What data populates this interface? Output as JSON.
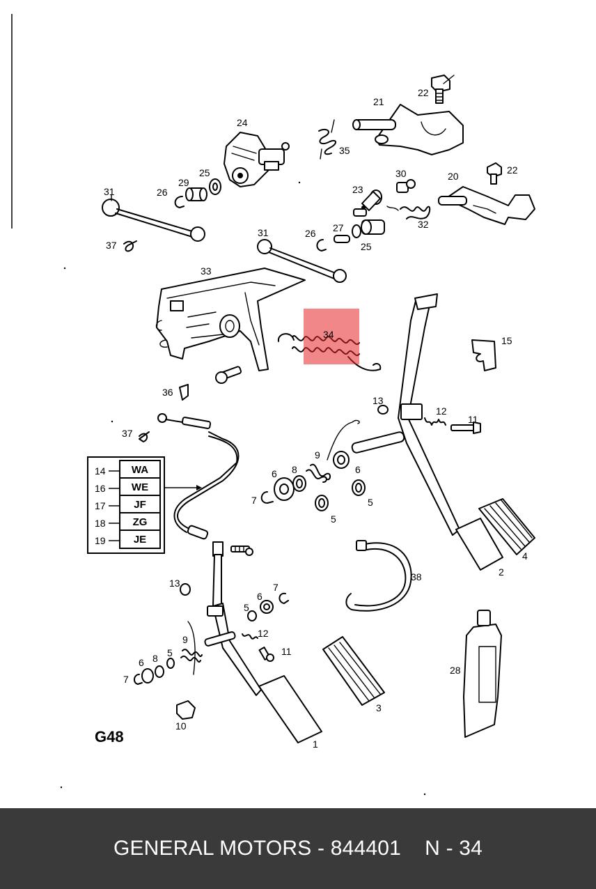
{
  "diagram": {
    "page_code": "G48",
    "highlight_color": "#e8242a",
    "callouts": [
      {
        "id": "c1",
        "text": "1"
      },
      {
        "id": "c2",
        "text": "2"
      },
      {
        "id": "c3",
        "text": "3"
      },
      {
        "id": "c4",
        "text": "4"
      },
      {
        "id": "c5a",
        "text": "5"
      },
      {
        "id": "c5b",
        "text": "5"
      },
      {
        "id": "c5c",
        "text": "5"
      },
      {
        "id": "c5d",
        "text": "5"
      },
      {
        "id": "c6a",
        "text": "6"
      },
      {
        "id": "c6b",
        "text": "6"
      },
      {
        "id": "c6c",
        "text": "6"
      },
      {
        "id": "c6d",
        "text": "6"
      },
      {
        "id": "c7a",
        "text": "7"
      },
      {
        "id": "c7b",
        "text": "7"
      },
      {
        "id": "c7c",
        "text": "7"
      },
      {
        "id": "c8a",
        "text": "8"
      },
      {
        "id": "c8b",
        "text": "8"
      },
      {
        "id": "c9a",
        "text": "9"
      },
      {
        "id": "c9b",
        "text": "9"
      },
      {
        "id": "c10",
        "text": "10"
      },
      {
        "id": "c11a",
        "text": "11"
      },
      {
        "id": "c11b",
        "text": "11"
      },
      {
        "id": "c12a",
        "text": "12"
      },
      {
        "id": "c12b",
        "text": "12"
      },
      {
        "id": "c13a",
        "text": "13"
      },
      {
        "id": "c13b",
        "text": "13"
      },
      {
        "id": "c15",
        "text": "15"
      },
      {
        "id": "c20",
        "text": "20"
      },
      {
        "id": "c21",
        "text": "21"
      },
      {
        "id": "c22a",
        "text": "22"
      },
      {
        "id": "c22b",
        "text": "22"
      },
      {
        "id": "c23",
        "text": "23"
      },
      {
        "id": "c24",
        "text": "24"
      },
      {
        "id": "c25a",
        "text": "25"
      },
      {
        "id": "c25b",
        "text": "25"
      },
      {
        "id": "c26a",
        "text": "26"
      },
      {
        "id": "c26b",
        "text": "26"
      },
      {
        "id": "c27",
        "text": "27"
      },
      {
        "id": "c28",
        "text": "28"
      },
      {
        "id": "c29",
        "text": "29"
      },
      {
        "id": "c30",
        "text": "30"
      },
      {
        "id": "c31a",
        "text": "31"
      },
      {
        "id": "c31b",
        "text": "31"
      },
      {
        "id": "c32",
        "text": "32"
      },
      {
        "id": "c33",
        "text": "33"
      },
      {
        "id": "c34",
        "text": "34"
      },
      {
        "id": "c35",
        "text": "35"
      },
      {
        "id": "c36",
        "text": "36"
      },
      {
        "id": "c37a",
        "text": "37"
      },
      {
        "id": "c37b",
        "text": "37"
      },
      {
        "id": "c38",
        "text": "38"
      }
    ],
    "code_table": [
      {
        "num": "14",
        "code": "WA"
      },
      {
        "num": "16",
        "code": "WE"
      },
      {
        "num": "17",
        "code": "JF"
      },
      {
        "num": "18",
        "code": "ZG"
      },
      {
        "num": "19",
        "code": "JE"
      }
    ]
  },
  "footer": {
    "text": "GENERAL MOTORS - 844401    N - 34"
  }
}
